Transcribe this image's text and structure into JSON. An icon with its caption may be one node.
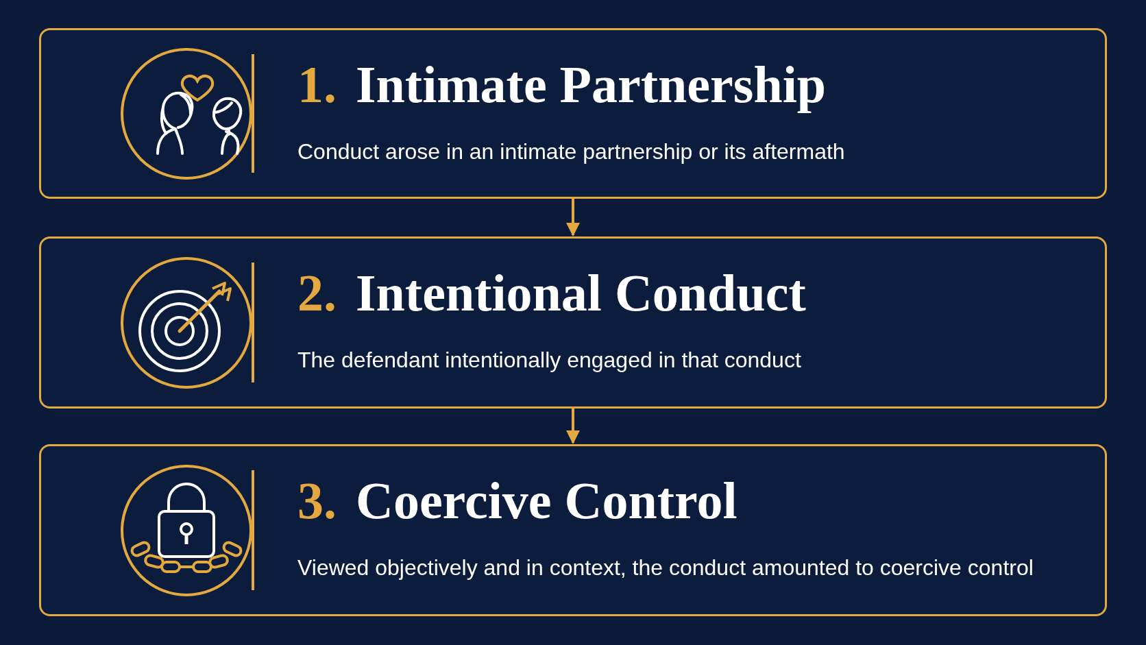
{
  "diagram": {
    "nodes": [
      {
        "text": [
          "1.",
          "Intimate Partnership",
          "Conduct arose in an intimate partnership or its aftermath"
        ]
      },
      {
        "text": [
          "2.",
          "Intentional Conduct",
          "The defendant intentionally engaged in that conduct"
        ]
      },
      {
        "text": [
          "3.",
          "Coercive Control",
          "Viewed objectively and in context, the conduct amounted to coercive control"
        ]
      }
    ],
    "edges": [
      {
        "from": 0,
        "to": 1,
        "arrow": "to"
      },
      {
        "from": 1,
        "to": 2,
        "arrow": "to"
      }
    ]
  }
}
